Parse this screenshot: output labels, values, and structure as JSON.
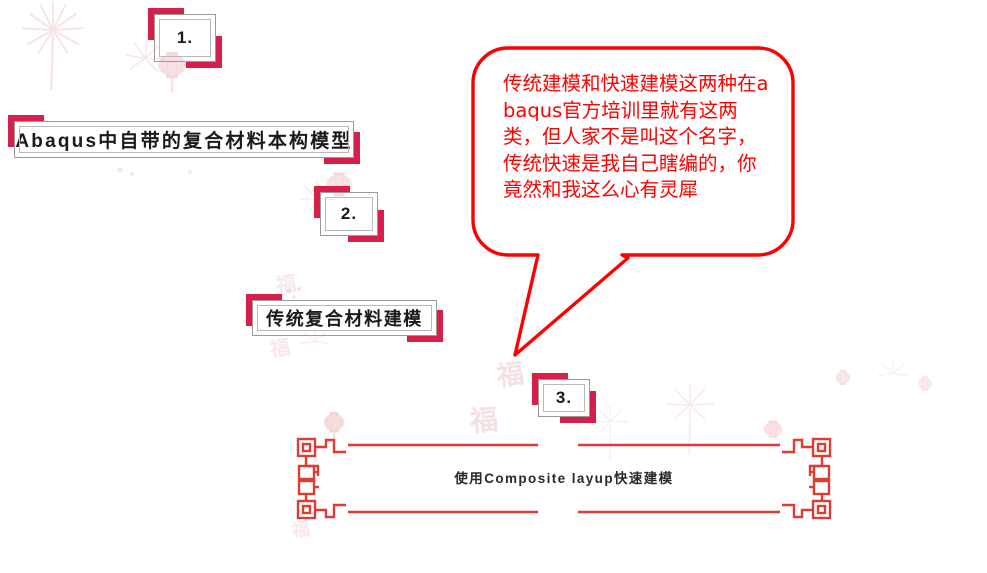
{
  "page": {
    "background_color": "#ffffff",
    "accent_red": "#d61f4a",
    "bubble_red": "#ff0000",
    "frame_red": "#e03c36",
    "box_border_gray": "#9a9a9a"
  },
  "steps": [
    {
      "marker": "1."
    },
    {
      "marker": "2."
    },
    {
      "marker": "3."
    }
  ],
  "headings": {
    "step1_title": "Abaqus中自带的复合材料本构模型",
    "step2_title": "传统复合材料建模",
    "step3_caption": "使用Composite layup快速建模"
  },
  "callout": {
    "text": "传统建模和快速建模这两种在abaqus官方培训里就有这两类，但人家不是叫这个名字，传统快速是我自己瞎编的，你竟然和我这么心有灵犀",
    "color": "#ff0000"
  },
  "decorations": {
    "fu_character": "福",
    "firework_label": "firework-watermark",
    "lantern_label": "lantern-watermark"
  }
}
